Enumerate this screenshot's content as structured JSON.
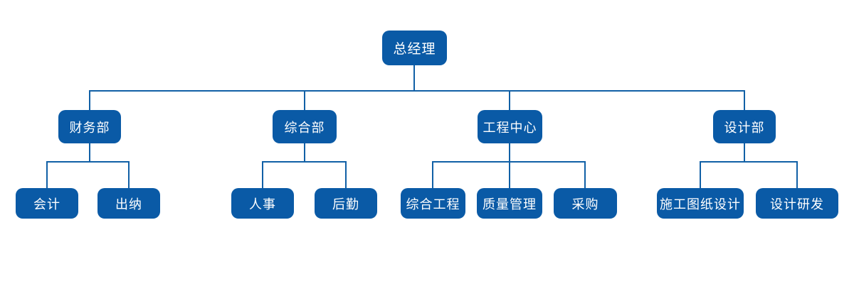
{
  "org_chart": {
    "root": {
      "label": "总经理"
    },
    "departments": [
      {
        "label": "财务部",
        "children": [
          {
            "label": "会计"
          },
          {
            "label": "出纳"
          }
        ]
      },
      {
        "label": "综合部",
        "children": [
          {
            "label": "人事"
          },
          {
            "label": "后勤"
          }
        ]
      },
      {
        "label": "工程中心",
        "children": [
          {
            "label": "综合工程"
          },
          {
            "label": "质量管理"
          },
          {
            "label": "采购"
          }
        ]
      },
      {
        "label": "设计部",
        "children": [
          {
            "label": "施工图纸设计"
          },
          {
            "label": "设计研发"
          }
        ]
      }
    ],
    "colors": {
      "node_fill": "#0a5aa6",
      "node_text": "#ffffff",
      "connector": "#1160a6",
      "background": "#ffffff"
    }
  }
}
